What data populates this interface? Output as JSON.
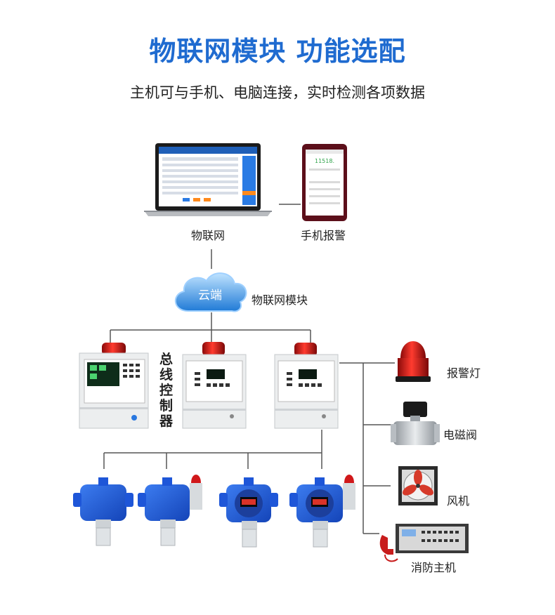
{
  "header": {
    "title": "物联网模块 功能选配",
    "subtitle": "主机可与手机、电脑连接，实时检测各项数据"
  },
  "labels": {
    "iot": "物联网",
    "phone_alarm": "手机报警",
    "cloud": "云端",
    "iot_module": "物联网模块",
    "bus_controller": "总线控制器",
    "alarm_light": "报警灯",
    "solenoid_valve": "电磁阀",
    "fan": "风机",
    "fire_host": "消防主机"
  },
  "phone": {
    "reading": "11518."
  },
  "colors": {
    "title_blue": "#1f6bd0",
    "detector_blue": "#1e56d8",
    "alarm_red": "#d0181a",
    "line": "#555555",
    "cloud_blue": "#2e86de"
  }
}
